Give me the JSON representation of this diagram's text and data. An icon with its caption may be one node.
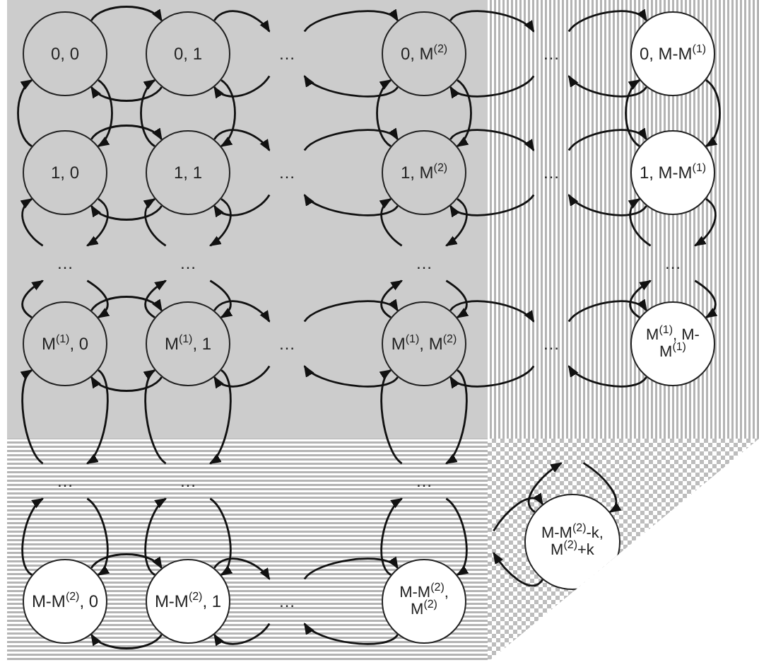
{
  "diagram": {
    "nodes": [
      {
        "text": [],
        "shape": "box"
      },
      {
        "text": [],
        "shape": "box"
      },
      {
        "text": [],
        "shape": "box"
      },
      {
        "text": [],
        "shape": "triangle"
      },
      {
        "text": [
          "0, 0"
        ],
        "in": 0
      },
      {
        "text": [
          "0, 1"
        ],
        "in": 0
      },
      {
        "text": [
          "…"
        ],
        "in": 0
      },
      {
        "text": [
          "0, M$^{(2)}$"
        ],
        "in": 0
      },
      {
        "text": [
          "…"
        ],
        "in": 1
      },
      {
        "text": [
          "0, M-M$^{(1)}$"
        ],
        "in": 1
      },
      {
        "text": [
          "1, 0"
        ],
        "in": 0
      },
      {
        "text": [
          "1, 1"
        ],
        "in": 0
      },
      {
        "text": [
          "…"
        ],
        "in": 0
      },
      {
        "text": [
          "1, M$^{(2)}$"
        ],
        "in": 0
      },
      {
        "text": [
          "…"
        ],
        "in": 1
      },
      {
        "text": [
          "1, M-M$^{(1)}$"
        ],
        "in": 1
      },
      {
        "text": [
          "…"
        ],
        "in": 0
      },
      {
        "text": [
          "…"
        ],
        "in": 0
      },
      {
        "text": [
          "…"
        ],
        "in": 0
      },
      {
        "text": [
          "…"
        ],
        "in": 1
      },
      {
        "text": [
          "M$^{(1)}$, 0"
        ],
        "in": 0
      },
      {
        "text": [
          "M$^{(1)}$, 1"
        ],
        "in": 0
      },
      {
        "text": [
          "…"
        ],
        "in": 0
      },
      {
        "text": [
          "M$^{(1)}$, M$^{(2)}$"
        ],
        "in": 0
      },
      {
        "text": [
          "…"
        ],
        "in": 1
      },
      {
        "text": [
          "M$^{(1)}$, M-M$^{(1)}$"
        ],
        "in": 1
      },
      {
        "text": [
          "…"
        ],
        "in": 2
      },
      {
        "text": [
          "…"
        ],
        "in": 2
      },
      {
        "text": [
          "…"
        ],
        "in": 2
      },
      {
        "text": [
          "M-M$^{(2)}$, 0"
        ],
        "in": 2
      },
      {
        "text": [
          "M-M$^{(2)}$, 1"
        ],
        "in": 2
      },
      {
        "text": [
          "…"
        ],
        "in": 2
      },
      {
        "text": [
          "M-M$^{(2)}$, M$^{(2)}$"
        ],
        "in": 2
      },
      {
        "text": [
          "M-M$^{(2)}$-k, M$^{(2)}$+k"
        ],
        "in": 3
      }
    ],
    "edges": [
      {
        "from": 4,
        "to": 5,
        "arrow": "to"
      },
      {
        "from": 5,
        "to": 4,
        "arrow": "to"
      },
      {
        "from": 5,
        "to": 6,
        "arrow": "to"
      },
      {
        "from": 6,
        "to": 5,
        "arrow": "to"
      },
      {
        "from": 6,
        "to": 7,
        "arrow": "to"
      },
      {
        "from": 7,
        "to": 6,
        "arrow": "to"
      },
      {
        "from": 7,
        "to": 8,
        "arrow": "to"
      },
      {
        "from": 8,
        "to": 7,
        "arrow": "to"
      },
      {
        "from": 8,
        "to": 9,
        "arrow": "to"
      },
      {
        "from": 9,
        "to": 8,
        "arrow": "to"
      },
      {
        "from": 4,
        "to": 10,
        "arrow": "to"
      },
      {
        "from": 10,
        "to": 4,
        "arrow": "to"
      },
      {
        "from": 5,
        "to": 11,
        "arrow": "to"
      },
      {
        "from": 11,
        "to": 5,
        "arrow": "to"
      },
      {
        "from": 7,
        "to": 13,
        "arrow": "to"
      },
      {
        "from": 13,
        "to": 7,
        "arrow": "to"
      },
      {
        "from": 9,
        "to": 15,
        "arrow": "to"
      },
      {
        "from": 15,
        "to": 9,
        "arrow": "to"
      },
      {
        "from": 10,
        "to": 11,
        "arrow": "to"
      },
      {
        "from": 11,
        "to": 10,
        "arrow": "to"
      },
      {
        "from": 11,
        "to": 12,
        "arrow": "to"
      },
      {
        "from": 12,
        "to": 11,
        "arrow": "to"
      },
      {
        "from": 12,
        "to": 13,
        "arrow": "to"
      },
      {
        "from": 13,
        "to": 12,
        "arrow": "to"
      },
      {
        "from": 13,
        "to": 14,
        "arrow": "to"
      },
      {
        "from": 14,
        "to": 13,
        "arrow": "to"
      },
      {
        "from": 14,
        "to": 15,
        "arrow": "to"
      },
      {
        "from": 15,
        "to": 14,
        "arrow": "to"
      },
      {
        "from": 10,
        "to": 16,
        "arrow": "to"
      },
      {
        "from": 16,
        "to": 10,
        "arrow": "to"
      },
      {
        "from": 11,
        "to": 17,
        "arrow": "to"
      },
      {
        "from": 17,
        "to": 11,
        "arrow": "to"
      },
      {
        "from": 13,
        "to": 18,
        "arrow": "to"
      },
      {
        "from": 18,
        "to": 13,
        "arrow": "to"
      },
      {
        "from": 15,
        "to": 19,
        "arrow": "to"
      },
      {
        "from": 19,
        "to": 15,
        "arrow": "to"
      },
      {
        "from": 16,
        "to": 20,
        "arrow": "to"
      },
      {
        "from": 20,
        "to": 16,
        "arrow": "to"
      },
      {
        "from": 17,
        "to": 21,
        "arrow": "to"
      },
      {
        "from": 21,
        "to": 17,
        "arrow": "to"
      },
      {
        "from": 18,
        "to": 23,
        "arrow": "to"
      },
      {
        "from": 23,
        "to": 18,
        "arrow": "to"
      },
      {
        "from": 19,
        "to": 25,
        "arrow": "to"
      },
      {
        "from": 25,
        "to": 19,
        "arrow": "to"
      },
      {
        "from": 20,
        "to": 21,
        "arrow": "to"
      },
      {
        "from": 21,
        "to": 20,
        "arrow": "to"
      },
      {
        "from": 21,
        "to": 22,
        "arrow": "to"
      },
      {
        "from": 22,
        "to": 21,
        "arrow": "to"
      },
      {
        "from": 22,
        "to": 23,
        "arrow": "to"
      },
      {
        "from": 23,
        "to": 22,
        "arrow": "to"
      },
      {
        "from": 23,
        "to": 24,
        "arrow": "to"
      },
      {
        "from": 24,
        "to": 23,
        "arrow": "to"
      },
      {
        "from": 24,
        "to": 25,
        "arrow": "to"
      },
      {
        "from": 25,
        "to": 24,
        "arrow": "to"
      },
      {
        "from": 20,
        "to": 26,
        "arrow": "to"
      },
      {
        "from": 26,
        "to": 20,
        "arrow": "to"
      },
      {
        "from": 21,
        "to": 27,
        "arrow": "to"
      },
      {
        "from": 27,
        "to": 21,
        "arrow": "to"
      },
      {
        "from": 23,
        "to": 28,
        "arrow": "to"
      },
      {
        "from": 28,
        "to": 23,
        "arrow": "to"
      },
      {
        "from": 26,
        "to": 29,
        "arrow": "to"
      },
      {
        "from": 29,
        "to": 26,
        "arrow": "to"
      },
      {
        "from": 27,
        "to": 30,
        "arrow": "to"
      },
      {
        "from": 30,
        "to": 27,
        "arrow": "to"
      },
      {
        "from": 28,
        "to": 32,
        "arrow": "to"
      },
      {
        "from": 32,
        "to": 28,
        "arrow": "to"
      },
      {
        "from": 29,
        "to": 30,
        "arrow": "to"
      },
      {
        "from": 30,
        "to": 29,
        "arrow": "to"
      },
      {
        "from": 30,
        "to": 31,
        "arrow": "to"
      },
      {
        "from": 31,
        "to": 30,
        "arrow": "to"
      },
      {
        "from": 31,
        "to": 32,
        "arrow": "to"
      },
      {
        "from": 32,
        "to": 31,
        "arrow": "to"
      },
      {
        "from": null,
        "to": 33,
        "arrow": "to"
      },
      {
        "from": 33,
        "to": null,
        "arrow": "to"
      },
      {
        "from": null,
        "to": 33,
        "arrow": "to"
      },
      {
        "from": 33,
        "to": null,
        "arrow": "to"
      }
    ]
  }
}
